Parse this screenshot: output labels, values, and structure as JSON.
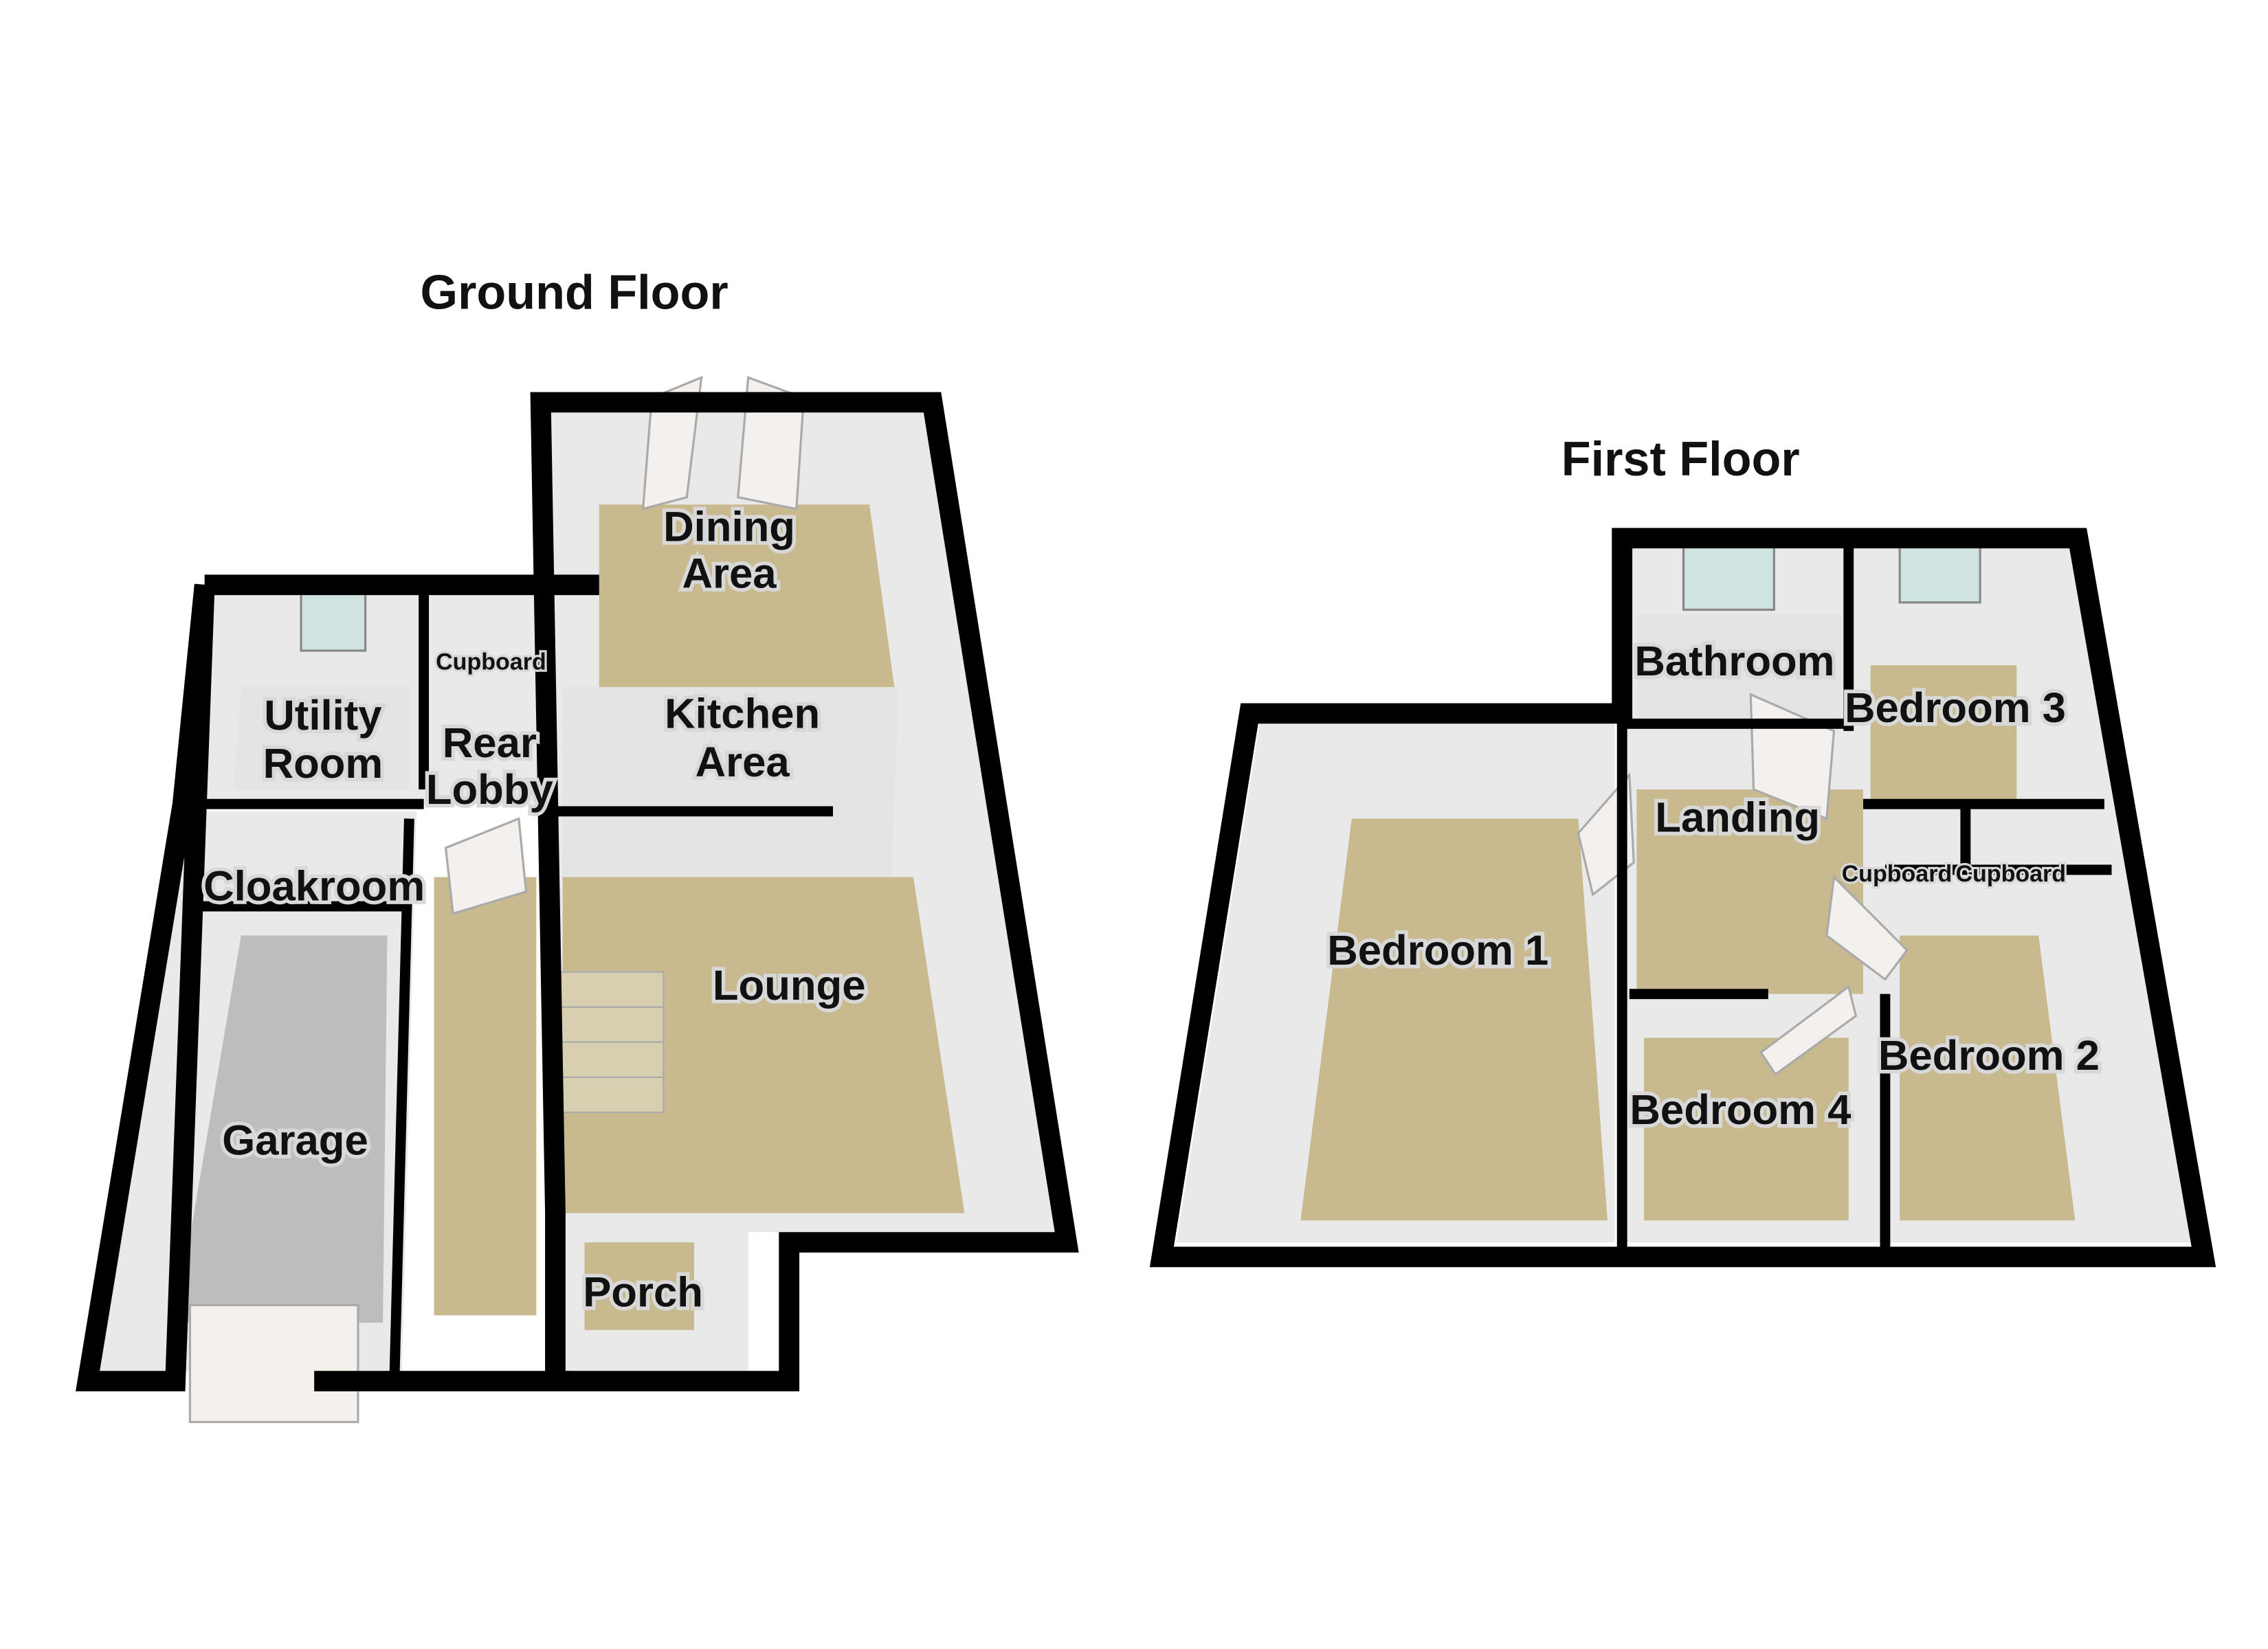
{
  "ground_floor": {
    "title": "Ground Floor",
    "rooms": [
      "Dining Area",
      "Kitchen Area",
      "Utility Room",
      "Cupboard",
      "Rear Lobby",
      "Cloakroom",
      "Lounge",
      "Garage",
      "Porch"
    ],
    "dining": [
      "Dining",
      "Area"
    ],
    "kitchen": [
      "Kitchen",
      "Area"
    ],
    "utility": [
      "Utility",
      "Room"
    ],
    "cupboard": "Cupboard",
    "rear_lobby": [
      "Rear",
      "Lobby"
    ],
    "cloakroom": "Cloakroom",
    "lounge": "Lounge",
    "garage": "Garage",
    "porch": "Porch"
  },
  "first_floor": {
    "title": "First Floor",
    "bathroom": "Bathroom",
    "bedroom3": "Bedroom 3",
    "landing": "Landing",
    "cupboard_a": "Cupboard",
    "cupboard_b": "Cupboard",
    "bedroom1": "Bedroom 1",
    "bedroom2": "Bedroom 2",
    "bedroom4": "Bedroom 4"
  },
  "colors": {
    "wall": "#000000",
    "carpet": "#c9b98f",
    "garage_floor": "#bdbdbd",
    "tile": "#e4e4e4"
  }
}
